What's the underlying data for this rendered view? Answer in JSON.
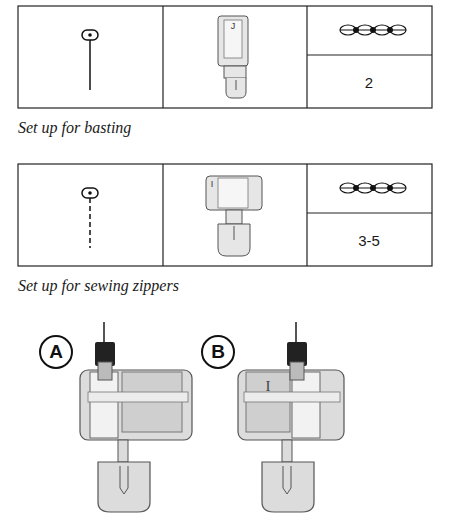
{
  "diagram": {
    "nodes": [
      {
        "text": [
          "A"
        ]
      },
      {
        "text": [
          "B"
        ]
      }
    ],
    "labels": [
      "J",
      "2",
      "Set up for basting",
      "I",
      "3-5",
      "Set up for sewing zippers",
      "I"
    ]
  }
}
